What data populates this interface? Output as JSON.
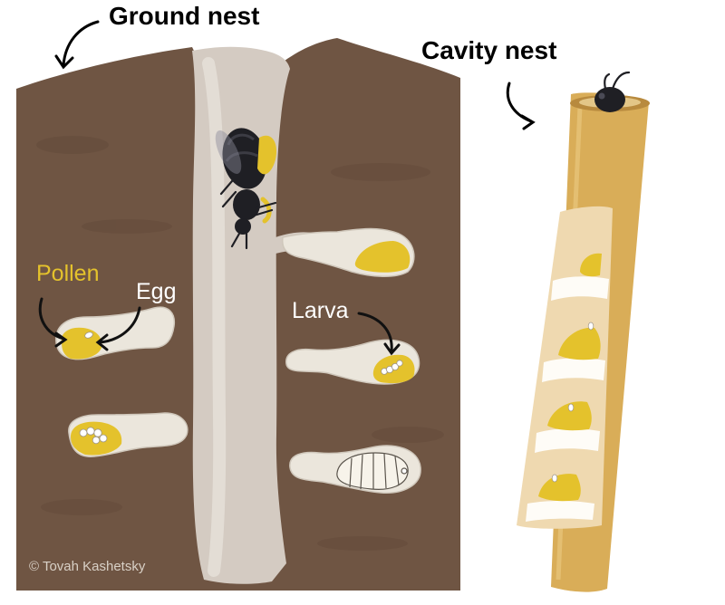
{
  "labels": {
    "ground_nest": "Ground nest",
    "cavity_nest": "Cavity nest",
    "pollen": "Pollen",
    "egg": "Egg",
    "larva": "Larva",
    "credit": "© Tovah Kashetsky"
  },
  "colors": {
    "soil": "#6f5543",
    "tunnel": "#d4cbc2",
    "cell": "#ebe6dc",
    "pollen": "#e4c22c",
    "tube": "#d9ad58",
    "tube_inner": "#efd9b0",
    "bee": "#1f1f24",
    "arrow": "#111111",
    "pollen_label": "#e4c22c"
  },
  "icons": [
    "bee-icon",
    "arrow-icon",
    "egg-icon",
    "larva-icon",
    "pupa-icon"
  ]
}
